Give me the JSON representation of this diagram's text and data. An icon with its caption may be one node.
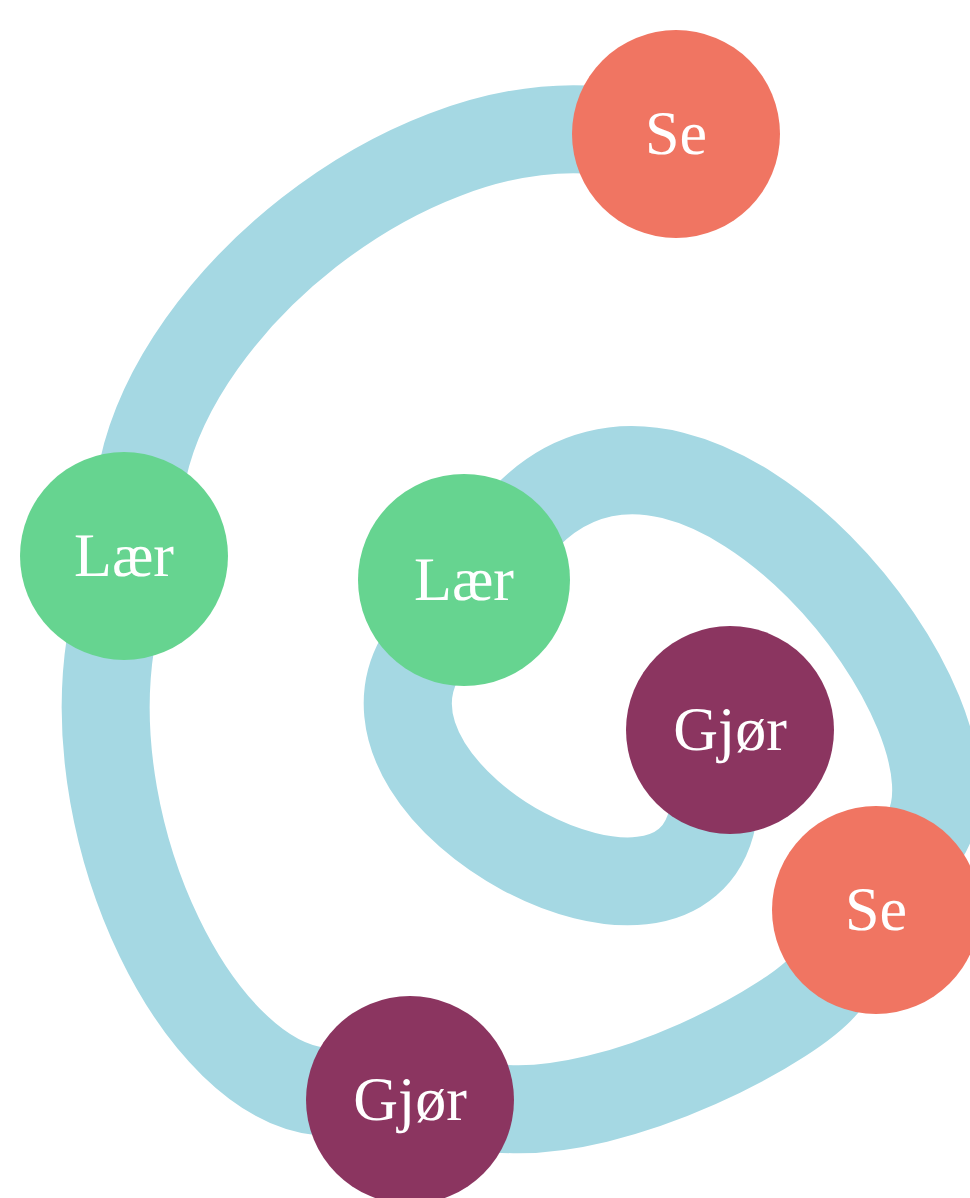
{
  "diagram": {
    "nodes": [
      {
        "text": [
          "Se"
        ]
      },
      {
        "text": [
          "Lær"
        ]
      },
      {
        "text": [
          "Gjør"
        ]
      },
      {
        "text": [
          "Se"
        ]
      },
      {
        "text": [
          "Lær"
        ]
      },
      {
        "text": [
          "Gjør"
        ]
      }
    ],
    "edges": [
      {
        "from": 0,
        "to": 1,
        "arrow": "none"
      },
      {
        "from": 1,
        "to": 2,
        "arrow": "none"
      },
      {
        "from": 2,
        "to": 3,
        "arrow": "none"
      },
      {
        "from": 3,
        "to": 4,
        "arrow": "none"
      },
      {
        "from": 4,
        "to": 5,
        "arrow": "none"
      }
    ]
  }
}
